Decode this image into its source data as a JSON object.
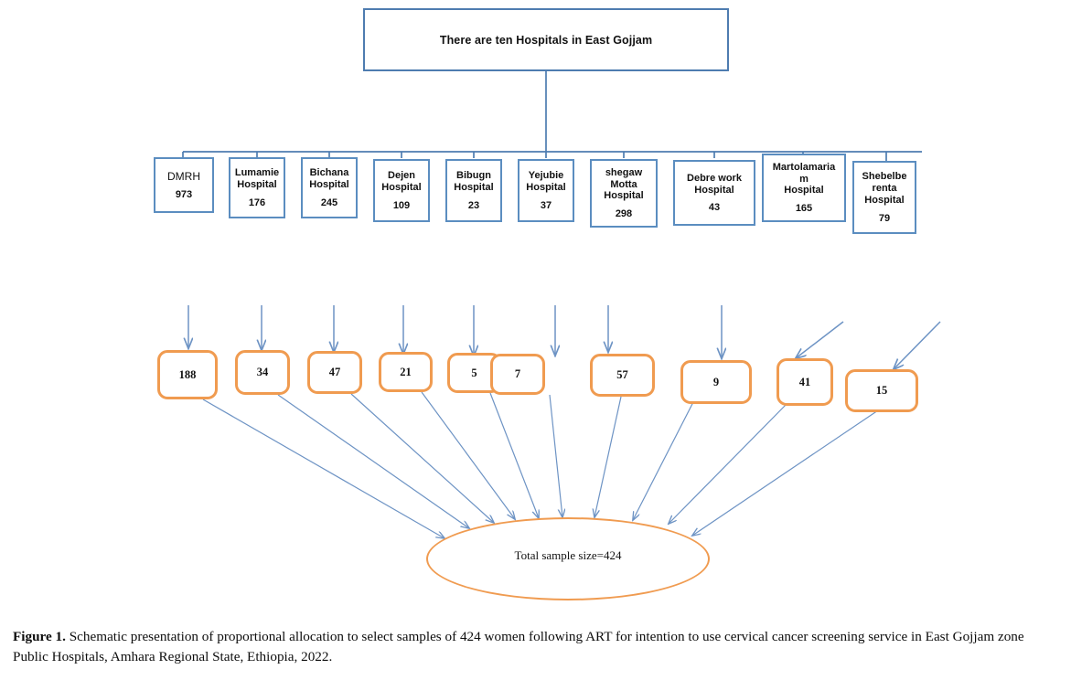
{
  "figure": {
    "root": {
      "label": "There are ten Hospitals in East Gojjam"
    },
    "hospitals": [
      {
        "name": "DMRH",
        "count": "973"
      },
      {
        "name": "Lumamie\nHospital",
        "count": "176"
      },
      {
        "name": "Bichana\nHospital",
        "count": "245"
      },
      {
        "name": "Dejen\nHospital",
        "count": "109"
      },
      {
        "name": "Bibugn\nHospital",
        "count": "23"
      },
      {
        "name": "Yejubie\nHospital",
        "count": "37"
      },
      {
        "name": "shegaw\nMotta\nHospital",
        "count": "298"
      },
      {
        "name": "Debre work\nHospital",
        "count": "43"
      },
      {
        "name": "Martolamaria\nm\nHospital",
        "count": "165"
      },
      {
        "name": "Shebelbe\nrenta\nHospital",
        "count": "79"
      }
    ],
    "samples": [
      {
        "value": "188"
      },
      {
        "value": "34"
      },
      {
        "value": "47"
      },
      {
        "value": "21"
      },
      {
        "value": "5"
      },
      {
        "value": "7"
      },
      {
        "value": "57"
      },
      {
        "value": "9"
      },
      {
        "value": "41"
      },
      {
        "value": "15"
      }
    ],
    "total": {
      "label": "Total sample size=424"
    },
    "caption": {
      "prefix": "Figure 1.",
      "text": " Schematic presentation of proportional allocation to select samples of 424 women following ART for intention to use cervical cancer screening service in East Gojjam zone Public Hospitals, Amhara Regional State, Ethiopia, 2022."
    },
    "colors": {
      "box_blue": "#5B8DC0",
      "connector_blue": "#4E7CB0",
      "sample_orange": "#F09B50",
      "arrow_blue": "#6D93C4"
    }
  }
}
